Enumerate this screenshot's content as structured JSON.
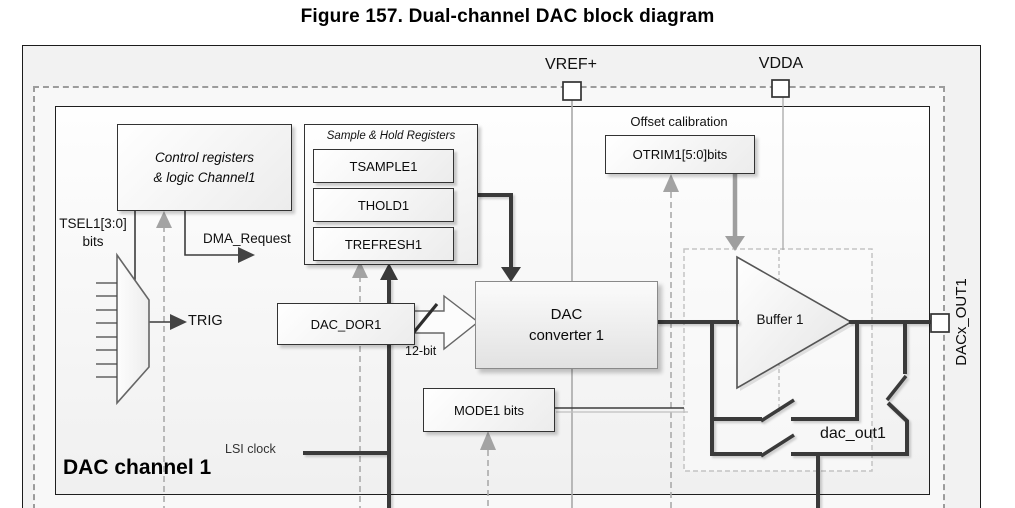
{
  "figure": {
    "title": "Figure 157. Dual-channel DAC block diagram"
  },
  "pins": {
    "vref": "VREF+",
    "vdda": "VDDA",
    "dacx_out1": "DACx_OUT1"
  },
  "ch1": {
    "label": "DAC channel 1",
    "control": {
      "line1": "Control registers",
      "line2": "& logic Channel1"
    },
    "tsel": {
      "line1": "TSEL1[3:0]",
      "line2": "bits"
    },
    "dma": "DMA_Request",
    "trig": "TRIG",
    "sh": {
      "title": "Sample & Hold Registers",
      "regs": [
        "TSAMPLE1",
        "THOLD1",
        "TREFRESH1"
      ]
    },
    "offset_cal": "Offset calibration",
    "otrim": "OTRIM1[5:0]bits",
    "dor": "DAC_DOR1",
    "bus": "12-bit",
    "conv": {
      "line1": "DAC",
      "line2": "converter 1"
    },
    "mode": "MODE1 bits",
    "buffer": "Buffer 1",
    "dac_out": "dac_out1",
    "lsi": "LSI clock"
  },
  "colors": {
    "signal_dark": "#3a3a3a",
    "control_gray": "#a9a9a9",
    "border_dark": "#333333",
    "frame_bg": "#f2f2f2"
  }
}
